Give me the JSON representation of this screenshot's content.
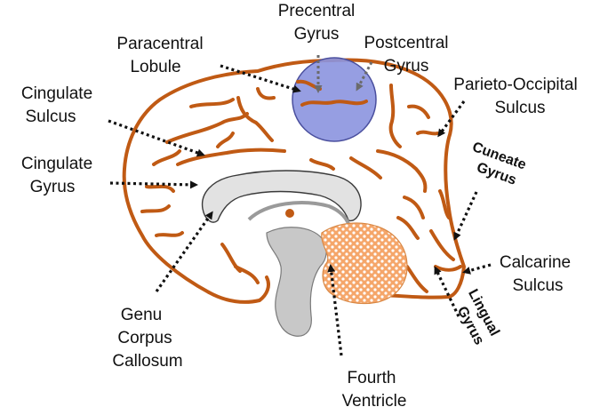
{
  "labels": {
    "precentral_line1": "Precentral",
    "precentral_line2": "Gyrus",
    "postcentral_line1": "Postcentral",
    "postcentral_line2": "Gyrus",
    "paracentral_line1": "Paracentral",
    "paracentral_line2": "Lobule",
    "parieto_occipital_line1": "Parieto-Occipital",
    "parieto_occipital_line2": "Sulcus",
    "cingulate_sulcus_line1": "Cingulate",
    "cingulate_sulcus_line2": "Sulcus",
    "cingulate_gyrus_line1": "Cingulate",
    "cingulate_gyrus_line2": "Gyrus",
    "cuneate_line1": "Cuneate",
    "cuneate_line2": "Gyrus",
    "calcarine_line1": "Calcarine",
    "calcarine_line2": "Sulcus",
    "genu_line1": "Genu",
    "genu_line2": "Corpus",
    "genu_line3": "Callosum",
    "fourth_line1": "Fourth",
    "fourth_line2": "Ventricle",
    "lingual_line1": "Lingual",
    "lingual_line2": "Gyrus"
  },
  "colors": {
    "brain_outline": "#c05a14",
    "highlight_circle": "#8b93df",
    "corpus_callosum": "#e2e2e2",
    "brainstem": "#c8c8c8",
    "cerebellum": "#f5a66a",
    "arrows": "#111111"
  }
}
